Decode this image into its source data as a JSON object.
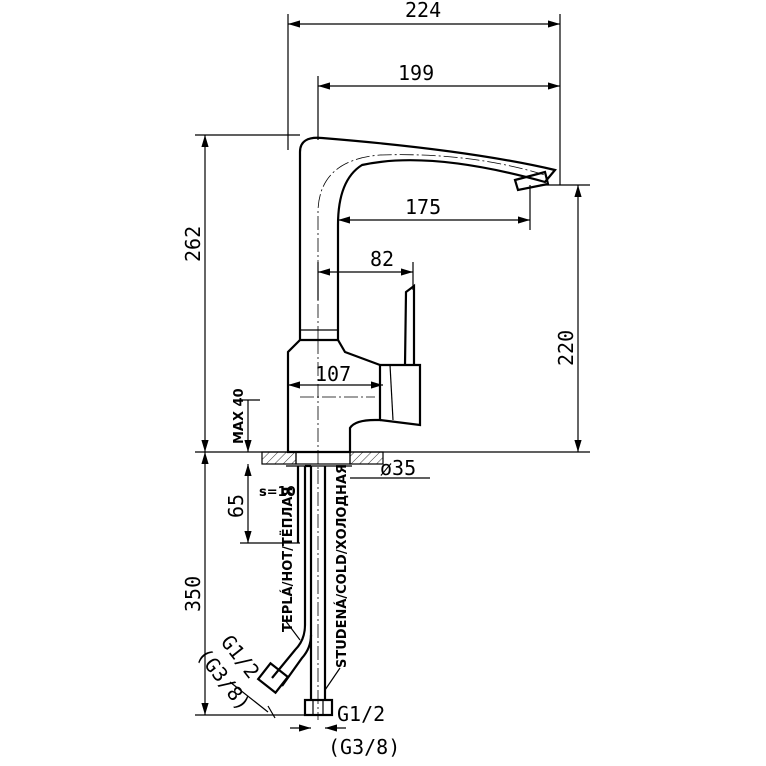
{
  "drawing": {
    "dimensions": {
      "overall_width": "224",
      "spout_reach": "199",
      "spout_outlet": "175",
      "lever_offset": "82",
      "body_width": "107",
      "total_height": "262",
      "outlet_height": "220",
      "max_thickness": "MAX 40",
      "hole_diameter": "ø35",
      "stud_length": "65",
      "stud_wall": "s=10",
      "hose_length": "350"
    },
    "labels": {
      "hot_hose": "TEPLÁ/HOT/ТЁПЛАЯ",
      "cold_hose": "STUDENÁ/COLD/ХОЛОДНАЯ",
      "hot_thread": "G1/2",
      "hot_thread_alt": "(G3/8)",
      "cold_thread": "G1/2",
      "cold_thread_alt": "(G3/8)"
    }
  }
}
